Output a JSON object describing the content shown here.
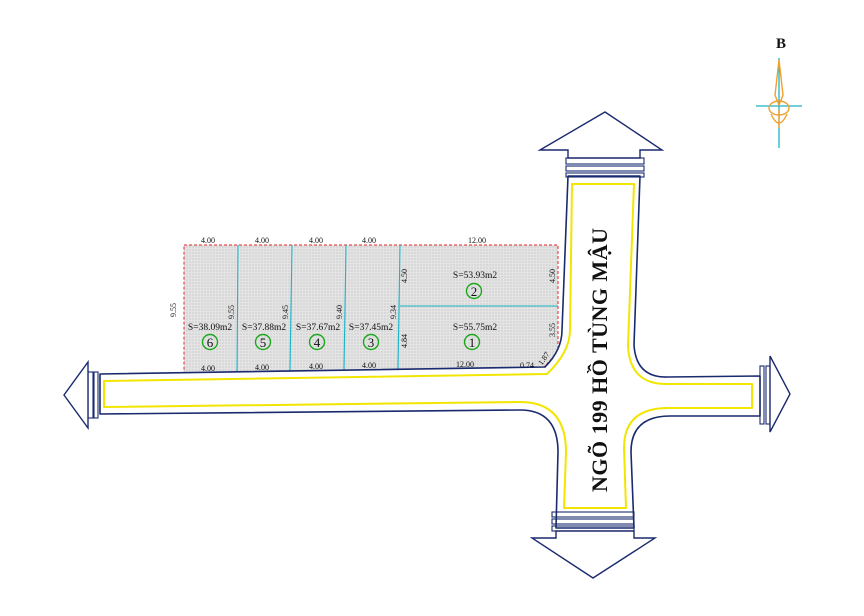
{
  "north_label": "B",
  "road": {
    "name": "NGÕ 199 HỒ TÙNG MẬU"
  },
  "lots": [
    {
      "id": "lot-1",
      "number": "1",
      "area": "S=55.75m2"
    },
    {
      "id": "lot-2",
      "number": "2",
      "area": "S=53.93m2"
    },
    {
      "id": "lot-3",
      "number": "3",
      "area": "S=37.45m2"
    },
    {
      "id": "lot-4",
      "number": "4",
      "area": "S=37.67m2"
    },
    {
      "id": "lot-5",
      "number": "5",
      "area": "S=37.88m2"
    },
    {
      "id": "lot-6",
      "number": "6",
      "area": "S=38.09m2"
    }
  ],
  "dimensions": {
    "top": [
      "4.00",
      "4.00",
      "4.00",
      "4.00",
      "12.00"
    ],
    "bottom": [
      "4.00",
      "4.00",
      "4.00",
      "4.00",
      "12.00"
    ],
    "left_side": "9.55",
    "divider_5_6": "9.55",
    "divider_4_5": "9.45",
    "divider_3_4": "9.40",
    "divider_2_3": "9.34",
    "divider_lot2": "4.50",
    "divider_lot1": "4.84",
    "right_lot2": "4.50",
    "right_lot1": "3.55",
    "chamfer_a": "0.74",
    "chamfer_b": "1.87"
  },
  "colors": {
    "boundary": "#e0242a",
    "divider": "#19b4c8",
    "road_outline": "#1a2a6e",
    "road_inner": "#f2e600",
    "lot_ring": "#1aa81a",
    "compass": "#f0a030",
    "compass_cross": "#19b4c8"
  }
}
